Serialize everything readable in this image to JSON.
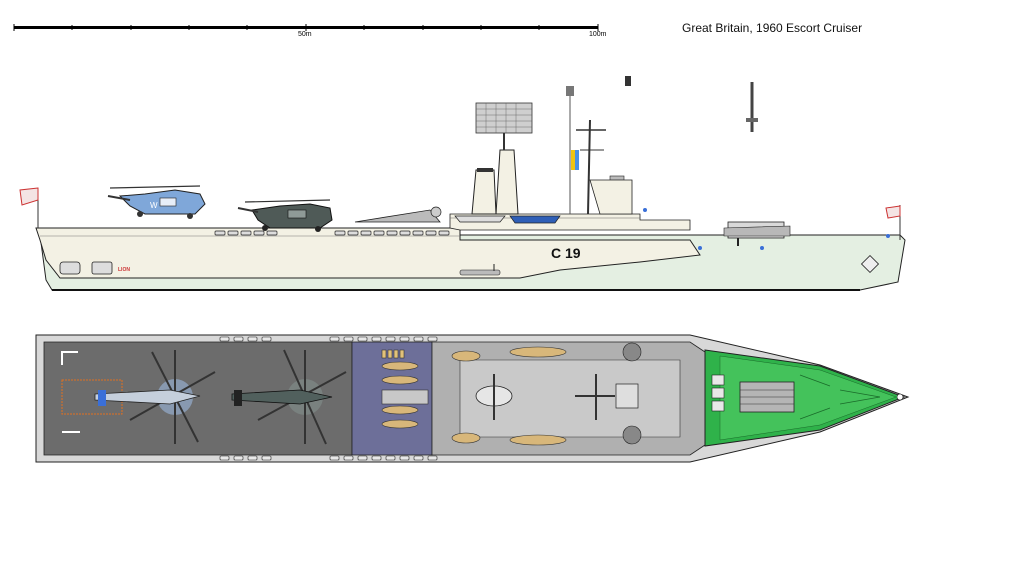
{
  "title": "Great Britain, 1960 Escort Cruiser",
  "scale": {
    "mid_label": "50m",
    "end_label": "100m"
  },
  "ship": {
    "pennant": "C 19",
    "name": "LION"
  }
}
